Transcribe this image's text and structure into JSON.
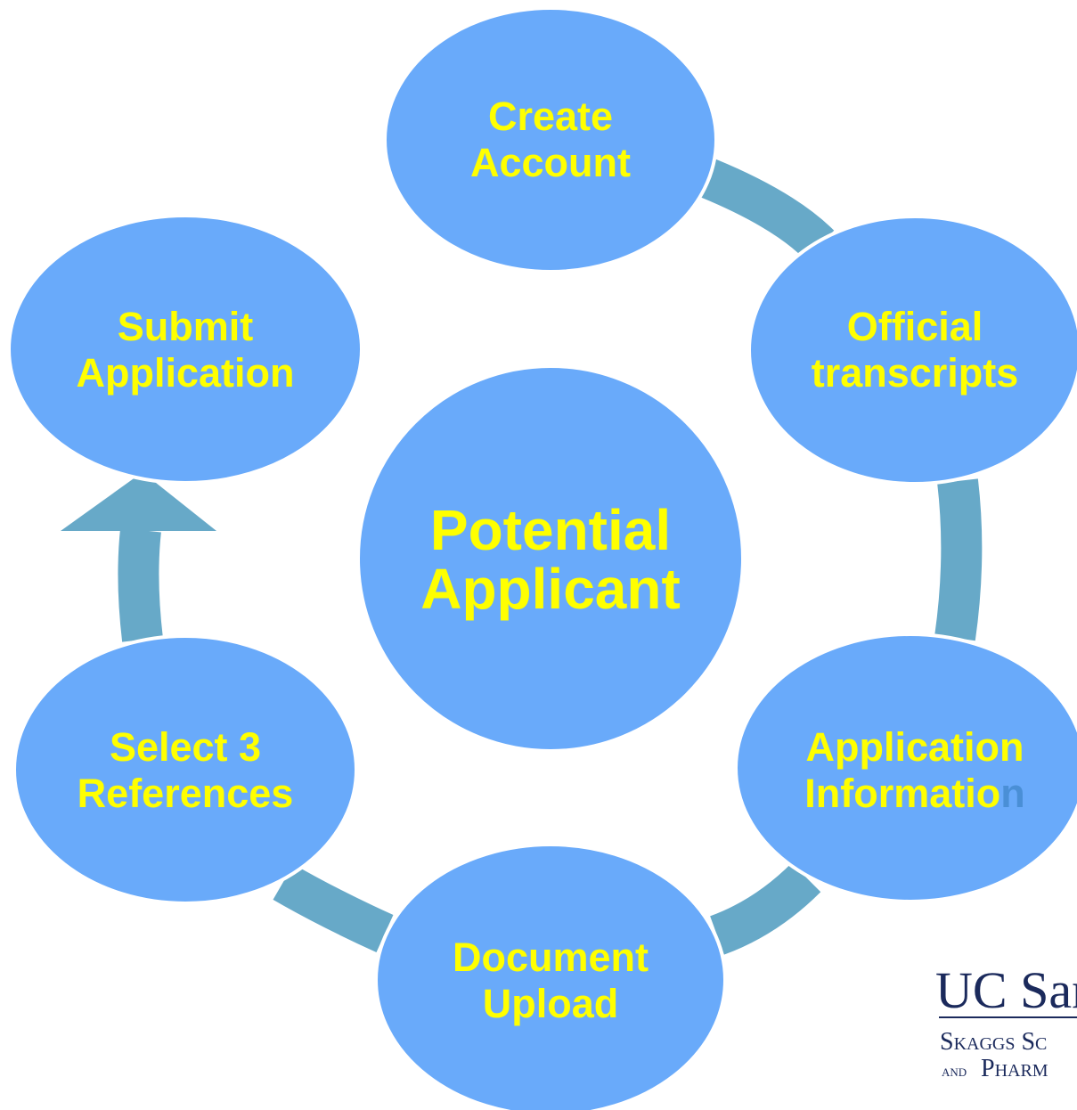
{
  "diagram": {
    "center": {
      "line1": "Potential",
      "line2": "Applicant"
    },
    "steps": [
      {
        "line1": "Create",
        "line2": "Account"
      },
      {
        "line1": "Official",
        "line2": "transcripts"
      },
      {
        "line1": "Application",
        "line2": "Informatio",
        "line2_tail": "n"
      },
      {
        "line1": "Document",
        "line2": "Upload"
      },
      {
        "line1": "Select 3",
        "line2": "References"
      },
      {
        "line1": "Submit",
        "line2": "Application"
      }
    ]
  },
  "logo": {
    "main": "UC San",
    "sub1": "Skaggs Sc",
    "sub2_prefix": "and",
    "sub2": "Pharm"
  },
  "colors": {
    "circle_fill": "#69aafa",
    "connector": "#67a9c8",
    "label_text": "#ffff00",
    "cutoff_letter": "#4a8fd6",
    "logo": "#1b2a5c"
  }
}
